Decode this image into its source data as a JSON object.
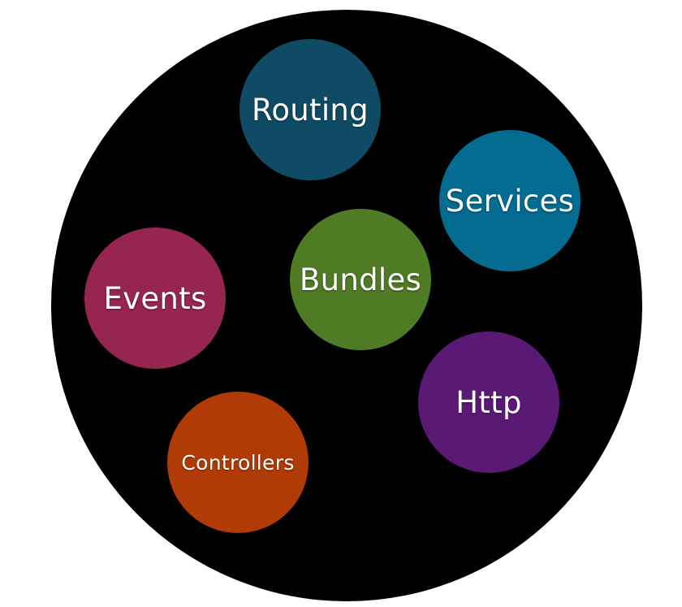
{
  "nodes": {
    "routing": {
      "label": "Routing",
      "color": "#0f4b64"
    },
    "services": {
      "label": "Services",
      "color": "#036c90"
    },
    "bundles": {
      "label": "Bundles",
      "color": "#4e7b24"
    },
    "events": {
      "label": "Events",
      "color": "#962551"
    },
    "http": {
      "label": "Http",
      "color": "#5b1976"
    },
    "controllers": {
      "label": "Controllers",
      "color": "#b03b06"
    }
  },
  "background_color": "#000000"
}
